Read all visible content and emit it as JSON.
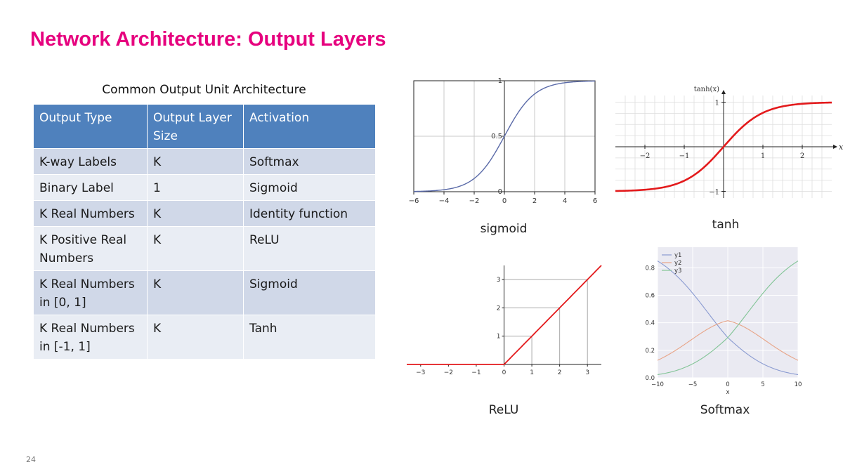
{
  "slide": {
    "title": "Network Architecture: Output Layers",
    "page_number": "24"
  },
  "table": {
    "caption": "Common Output Unit Architecture",
    "headers": [
      "Output Type",
      "Output Layer Size",
      "Activation"
    ],
    "rows": [
      [
        "K-way Labels",
        "K",
        "Softmax"
      ],
      [
        "Binary Label",
        "1",
        "Sigmoid"
      ],
      [
        "K Real Numbers",
        "K",
        "Identity function"
      ],
      [
        "K Positive Real Numbers",
        "K",
        "ReLU"
      ],
      [
        "K Real Numbers in [0, 1]",
        "K",
        "Sigmoid"
      ],
      [
        "K Real Numbers in [-1, 1]",
        "K",
        "Tanh"
      ]
    ]
  },
  "plot_captions": {
    "sigmoid": "sigmoid",
    "tanh": "tanh",
    "relu": "ReLU",
    "softmax": "Softmax"
  },
  "chart_data": [
    {
      "id": "sigmoid",
      "type": "line",
      "xlim": [
        -6,
        6
      ],
      "ylim": [
        0,
        1
      ],
      "grid": true,
      "x_ticks": [
        "−6",
        "−4",
        "−2",
        "0",
        "2",
        "4",
        "6"
      ],
      "y_ticks": [
        "0",
        "0.5",
        "1"
      ],
      "series": [
        {
          "color": "#5a6aa8",
          "function": "sigmoid",
          "x_range": [
            -6,
            6
          ]
        }
      ]
    },
    {
      "id": "tanh",
      "type": "line",
      "xlim": [
        -2.75,
        2.75
      ],
      "ylim": [
        -1.15,
        1.15
      ],
      "grid": true,
      "xlabel": "x",
      "ylabel": "tanh(x)",
      "x_ticks": [
        "−2",
        "−1",
        "1",
        "2"
      ],
      "y_ticks": [
        "−1",
        "1"
      ],
      "series": [
        {
          "color": "#e31a1c",
          "function": "tanh",
          "x_range": [
            -2.75,
            2.75
          ]
        }
      ]
    },
    {
      "id": "relu",
      "type": "line",
      "xlim": [
        -3.5,
        3.5
      ],
      "ylim": [
        0,
        3.5
      ],
      "grid": true,
      "x_ticks": [
        "−3",
        "−2",
        "−1",
        "0",
        "1",
        "2",
        "3"
      ],
      "y_ticks": [
        "1",
        "2",
        "3"
      ],
      "series": [
        {
          "color": "#e31a1c",
          "function": "relu",
          "x_range": [
            -3.5,
            3.5
          ]
        }
      ]
    },
    {
      "id": "softmax",
      "type": "line",
      "xlim": [
        -10,
        10
      ],
      "ylim": [
        0,
        0.95
      ],
      "grid": true,
      "xlabel": "x",
      "legend": "top-left",
      "x_ticks": [
        "−10",
        "−5",
        "0",
        "5",
        "10"
      ],
      "y_ticks": [
        "0.0",
        "0.2",
        "0.4",
        "0.6",
        "0.8"
      ],
      "series": [
        {
          "name": "y1",
          "color": "#8a9bd1",
          "function": "softmax_1",
          "x_range": [
            -10,
            10
          ]
        },
        {
          "name": "y2",
          "color": "#e8a487",
          "function": "softmax_2",
          "x_range": [
            -10,
            10
          ]
        },
        {
          "name": "y3",
          "color": "#82c496",
          "function": "softmax_3",
          "x_range": [
            -10,
            10
          ]
        }
      ]
    }
  ]
}
